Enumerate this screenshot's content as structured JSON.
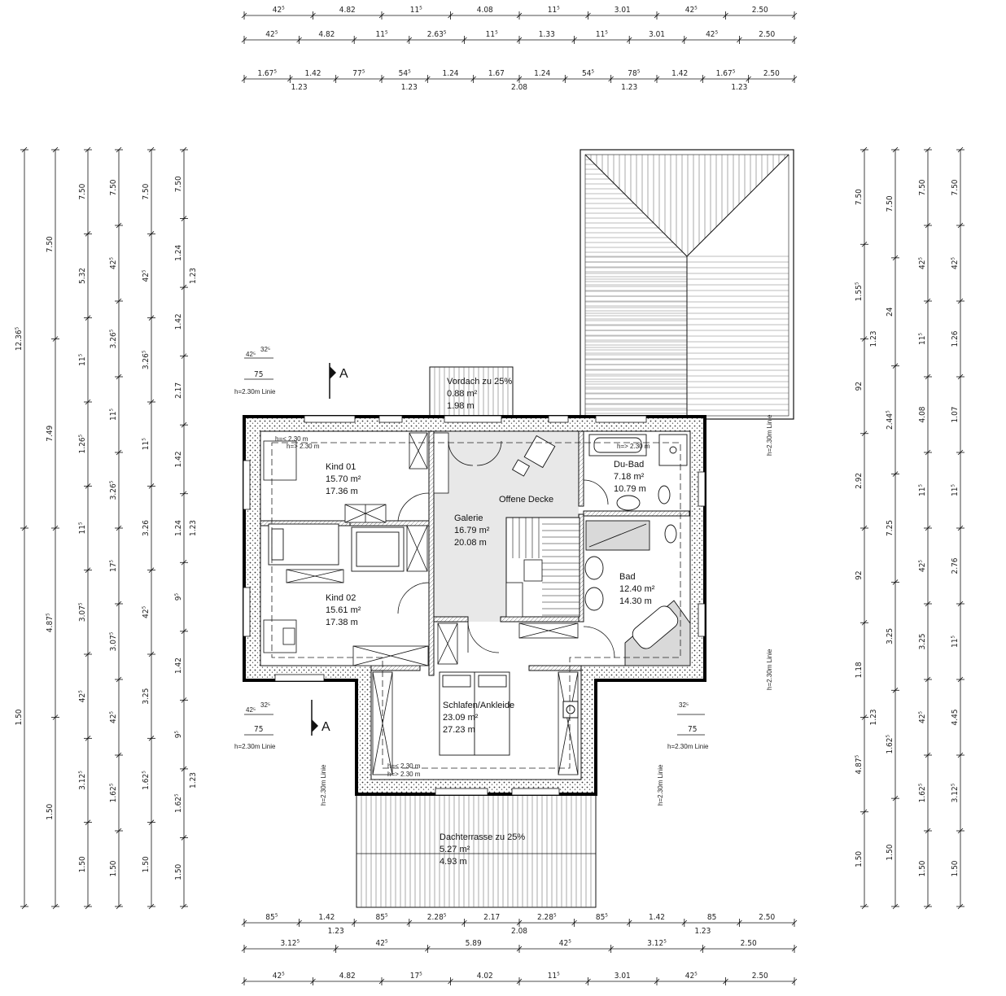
{
  "dims_top": [
    {
      "labels": [
        "42⁵",
        "4.82",
        "11⁵",
        "4.08",
        "11⁵",
        "3.01",
        "42⁵",
        "2.50"
      ]
    },
    {
      "labels": [
        "42⁵",
        "4.82",
        "11⁵",
        "2.63⁵",
        "11⁵",
        "1.33",
        "11⁵",
        "3.01",
        "42⁵",
        "2.50"
      ]
    },
    {
      "labels": [
        "1.67⁵",
        "1.42",
        "77⁵",
        "54⁵",
        "1.24",
        "1.67",
        "1.24",
        "54⁵",
        "78⁵",
        "1.42",
        "1.67⁵",
        "2.50"
      ],
      "sub": [
        "1.23",
        "1.23",
        "2.08",
        "1.23",
        "1.23"
      ]
    }
  ],
  "dims_bottom": [
    {
      "labels": [
        "85⁵",
        "1.42",
        "85⁵",
        "2.28⁵",
        "2.17",
        "2.28⁵",
        "85⁵",
        "1.42",
        "85",
        "2.50"
      ],
      "sub": [
        "1.23",
        "2.08",
        "1.23"
      ]
    },
    {
      "labels": [
        "3.12⁵",
        "42⁵",
        "5.89",
        "42⁵",
        "3.12⁵",
        "2.50"
      ]
    },
    {
      "labels": [
        "42⁵",
        "4.82",
        "17⁵",
        "4.02",
        "11⁵",
        "3.01",
        "42⁵",
        "2.50"
      ]
    }
  ],
  "dims_left": [
    {
      "labels": [
        "12.36⁵",
        "1.50"
      ]
    },
    {
      "labels": [
        "7.50",
        "7.49",
        "4.87⁵",
        "1.50"
      ]
    },
    {
      "labels": [
        "7.50",
        "5.32",
        "11⁵",
        "1.26⁵",
        "11⁵",
        "3.07⁵",
        "42⁵",
        "3.12⁵",
        "1.50"
      ]
    },
    {
      "labels": [
        "7.50",
        "42⁵",
        "3.26⁵",
        "11⁵",
        "3.26⁵",
        "17⁵",
        "3.07⁵",
        "42⁵",
        "1.62⁵",
        "1.50"
      ]
    },
    {
      "labels": [
        "7.50",
        "42⁵",
        "3.26⁵",
        "11⁵",
        "3.26",
        "42⁵",
        "3.25",
        "1.62⁵",
        "1.50"
      ]
    },
    {
      "labels": [
        "7.50",
        "1.24",
        "1.42",
        "2.17",
        "1.42",
        "1.24",
        "9⁵",
        "1.42",
        "9⁵",
        "1.62⁵",
        "1.50"
      ],
      "sub": [
        "1.23",
        "1.23",
        "1.23"
      ]
    }
  ],
  "dims_right": [
    {
      "labels": [
        "7.50",
        "1.55⁵",
        "92",
        "2.92",
        "92",
        "1.18",
        "4.87⁵",
        "1.50"
      ],
      "sub": [
        "1.23",
        "1.23"
      ]
    },
    {
      "labels": [
        "7.50",
        "24",
        "2.44⁵",
        "7.25",
        "3.25",
        "1.62⁵",
        "1.50"
      ]
    },
    {
      "labels": [
        "7.50",
        "42⁵",
        "11⁵",
        "4.08",
        "11⁵",
        "42⁵",
        "3.25",
        "42⁵",
        "1.62⁵",
        "1.50"
      ]
    },
    {
      "labels": [
        "7.50",
        "42⁵",
        "1.26",
        "1.07",
        "11⁵",
        "2.76",
        "11⁵",
        "4.45",
        "3.12⁵",
        "1.50"
      ]
    }
  ],
  "rooms": [
    {
      "name": "Kind 01",
      "area": "15.70 m²",
      "perimeter": "17.36 m"
    },
    {
      "name": "Kind 02",
      "area": "15.61 m²",
      "perimeter": "17.38 m"
    },
    {
      "name": "Galerie",
      "area": "16.79 m²",
      "perimeter": "20.08 m"
    },
    {
      "name": "Du-Bad",
      "area": "7.18 m²",
      "perimeter": "10.79 m"
    },
    {
      "name": "Bad",
      "area": "12.40 m²",
      "perimeter": "14.30 m"
    },
    {
      "name": "Schlafen/Ankleide",
      "area": "23.09 m²",
      "perimeter": "27.23 m"
    },
    {
      "name": "Vordach zu 25%",
      "area": "0.88 m²",
      "perimeter": "1.98 m"
    },
    {
      "name": "Dachterrasse zu 25%",
      "area": "5.27 m²",
      "perimeter": "4.93 m"
    }
  ],
  "labels": {
    "offene_decke": "Offene Decke",
    "section_mark": "A",
    "height_line": "h=2.30m  Linie",
    "height_line_short": "h=2.30m",
    "linie": "Linie",
    "h_lt": "h=< 2.30 m",
    "h_gt": "h=> 2.30 m",
    "mark_75": "75",
    "mark_425": "42⁵",
    "mark_325": "32⁵"
  },
  "colors": {
    "line": "#111111",
    "gray_fill": "#e6e6e6",
    "stair_fill": "#d9d9d9"
  }
}
